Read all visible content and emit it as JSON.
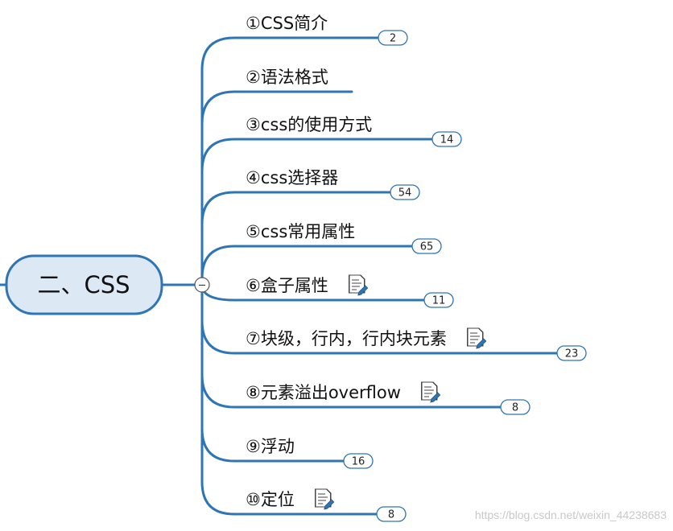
{
  "central": {
    "label": "二、CSS",
    "collapse_symbol": "−"
  },
  "topics": [
    {
      "label": "①CSS简介",
      "count": "2",
      "note": false
    },
    {
      "label": "②语法格式",
      "count": "",
      "note": false
    },
    {
      "label": "③css的使用方式",
      "count": "14",
      "note": false
    },
    {
      "label": "④css选择器",
      "count": "54",
      "note": false
    },
    {
      "label": "⑤css常用属性",
      "count": "65",
      "note": false
    },
    {
      "label": "⑥盒子属性",
      "count": "11",
      "note": true
    },
    {
      "label": "⑦块级，行内，行内块元素",
      "count": "23",
      "note": true
    },
    {
      "label": "⑧元素溢出overflow",
      "count": "8",
      "note": true
    },
    {
      "label": "⑨浮动",
      "count": "16",
      "note": false
    },
    {
      "label": "⑩定位",
      "count": "8",
      "note": true
    }
  ],
  "colors": {
    "line": "#2e75b6",
    "central_fill": "#dde8f5",
    "text": "#111111"
  },
  "icons": {
    "note": "note-icon",
    "collapse": "collapse-icon"
  },
  "watermark": "https://blog.csdn.net/weixin_44238683"
}
